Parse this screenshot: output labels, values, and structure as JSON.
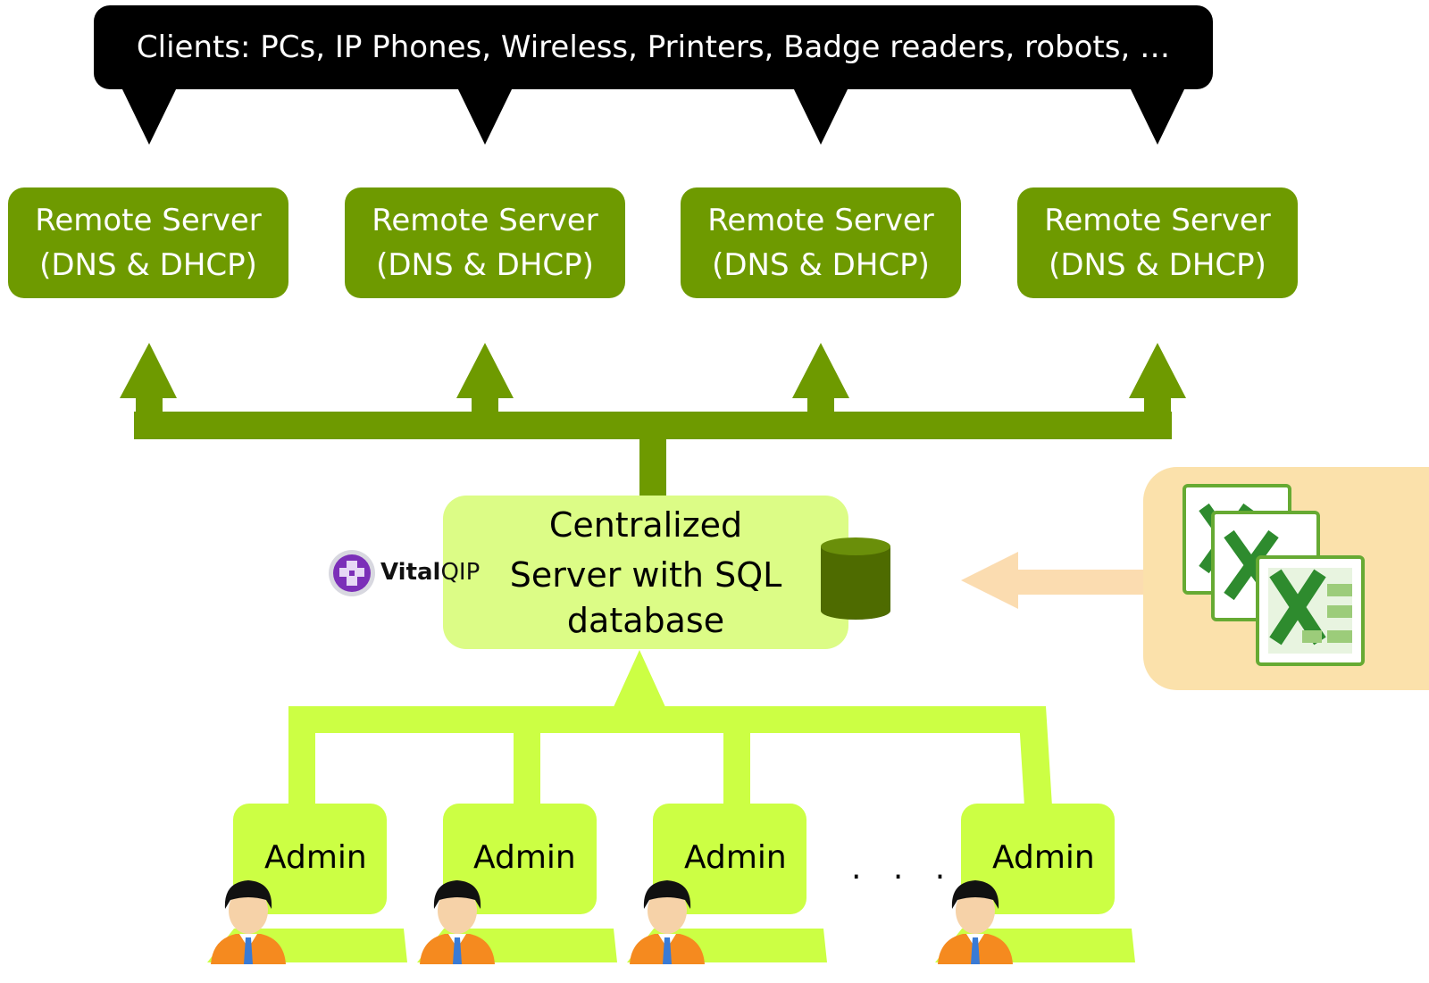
{
  "clients": {
    "label": "Clients: PCs, IP Phones, Wireless, Printers, Badge readers, robots, …"
  },
  "remote_servers": [
    {
      "line1": "Remote Server",
      "line2": "(DNS & DHCP)"
    },
    {
      "line1": "Remote Server",
      "line2": "(DNS & DHCP)"
    },
    {
      "line1": "Remote Server",
      "line2": "(DNS & DHCP)"
    },
    {
      "line1": "Remote Server",
      "line2": "(DNS & DHCP)"
    }
  ],
  "central_server": {
    "line1": "Centralized",
    "line2": "Server with SQL",
    "line3": "database"
  },
  "logo": {
    "brand_bold": "Vital",
    "brand_rest": "QIP"
  },
  "admins": [
    {
      "label": "Admin"
    },
    {
      "label": "Admin"
    },
    {
      "label": "Admin"
    },
    {
      "label": "Admin"
    }
  ],
  "ellipsis": ". . .",
  "colors": {
    "remote_green": "#6e9a00",
    "central_lime": "#dcfc86",
    "admin_lime": "#ccff44",
    "excel_panel": "#fbe1ab",
    "clients_black": "#000000"
  }
}
